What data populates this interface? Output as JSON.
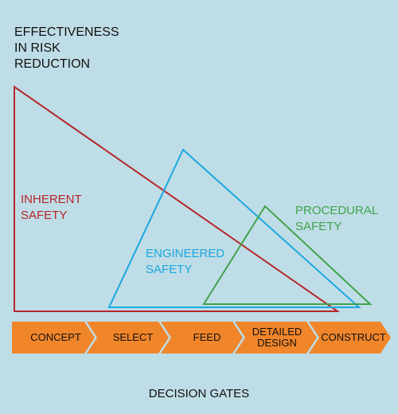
{
  "y_axis_title": [
    "EFFECTIVENESS",
    "IN RISK",
    "REDUCTION"
  ],
  "x_axis_title": "DECISION GATES",
  "labels": {
    "inherent": [
      "INHERENT",
      "SAFETY"
    ],
    "engineered": [
      "ENGINEERED",
      "SAFETY"
    ],
    "procedural": [
      "PROCEDURAL",
      "SAFETY"
    ]
  },
  "gates": [
    {
      "label": [
        "CONCEPT"
      ]
    },
    {
      "label": [
        "SELECT"
      ]
    },
    {
      "label": [
        "FEED"
      ]
    },
    {
      "label": [
        "DETAILED",
        "DESIGN"
      ]
    },
    {
      "label": [
        "CONSTRUCT"
      ]
    }
  ],
  "colors": {
    "background": "#bfdde6",
    "inherent": "#b5262a",
    "engineered": "#1aa8e0",
    "procedural": "#3fa34d",
    "gate_fill": "#f0852a"
  }
}
